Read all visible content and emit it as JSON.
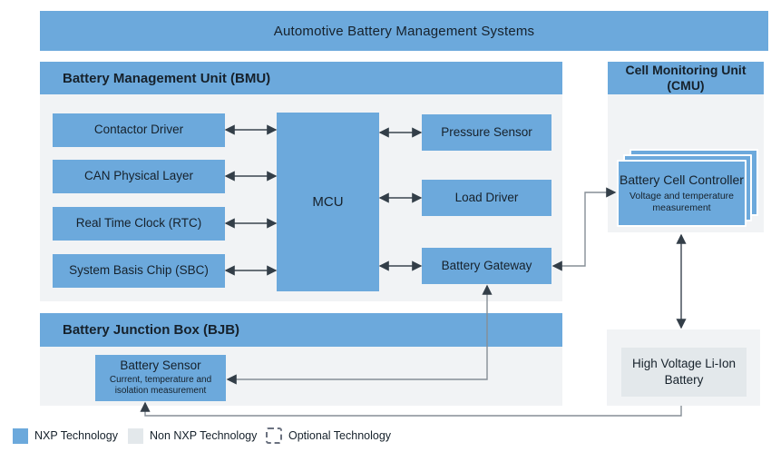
{
  "banner": {
    "title": "Automotive Battery Management Systems"
  },
  "bmu": {
    "title": "Battery Management Unit (BMU)",
    "left_components": [
      "Contactor Driver",
      "CAN Physical Layer",
      "Real Time Clock (RTC)",
      "System Basis Chip (SBC)"
    ],
    "mcu_label": "MCU",
    "right_components": [
      "Pressure Sensor",
      "Load Driver",
      "Battery Gateway"
    ]
  },
  "cmu": {
    "title": "Cell Monitoring Unit (CMU)",
    "controller": {
      "title": "Battery Cell Controller",
      "subtitle": "Voltage and temperature measurement"
    }
  },
  "bjb": {
    "title": "Battery Junction Box (BJB)",
    "sensor": {
      "title": "Battery Sensor",
      "subtitle": "Current, temperature and isolation measurement"
    }
  },
  "hv_battery": {
    "label": "High Voltage Li-Ion Battery"
  },
  "legend": [
    {
      "label": "NXP Technology"
    },
    {
      "label": "Non NXP Technology"
    },
    {
      "label": "Optional Technology"
    }
  ],
  "colors": {
    "nxp_blue": "#6CA9DC",
    "panel_gray": "#F1F3F5",
    "non_nxp_gray": "#E3E8EB",
    "line_gray": "#868E96",
    "line_dark": "#3A454F"
  }
}
